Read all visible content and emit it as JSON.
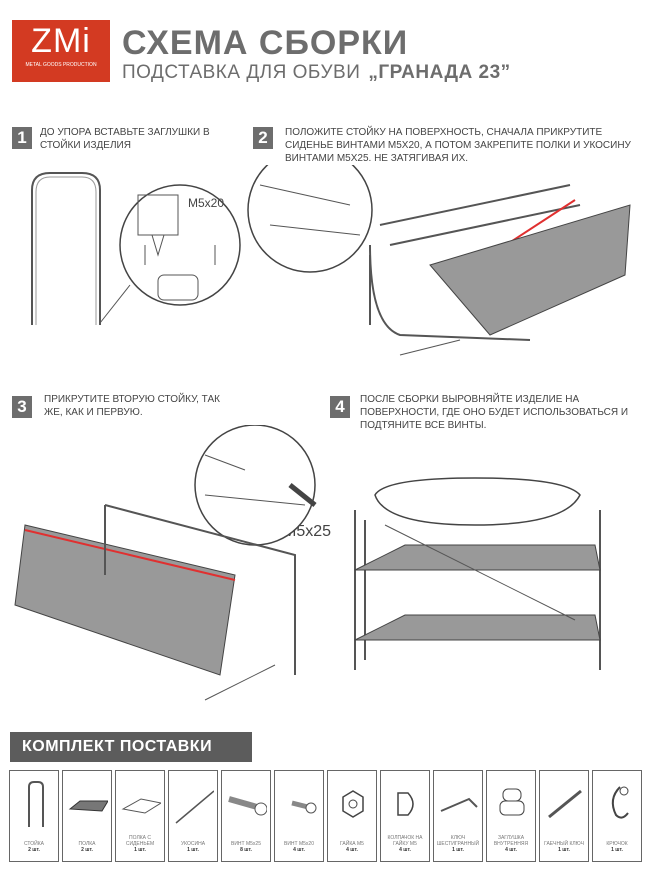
{
  "header": {
    "logo_text": "ZMi",
    "logo_sub": "METAL GOODS PRODUCTION",
    "title": "СХЕМА СБОРКИ",
    "subtitle": "ПОДСТАВКА ДЛЯ ОБУВИ",
    "model": "„ГРАНАДА 23”"
  },
  "steps": [
    {
      "number": "1",
      "text": "ДО УПОРА ВСТАВЬТЕ ЗАГЛУШКИ В СТОЙКИ ИЗДЕЛИЯ"
    },
    {
      "number": "2",
      "text": "ПОЛОЖИТЕ СТОЙКУ НА ПОВЕРХНОСТЬ, СНАЧАЛА ПРИКРУТИТЕ СИДЕНЬЕ ВИНТАМИ М5х20, А ПОТОМ ЗАКРЕПИТЕ ПОЛКИ И УКОСИНУ ВИНТАМИ  М5х25. НЕ ЗАТЯГИВАЯ ИХ.",
      "callout": "M5x20"
    },
    {
      "number": "3",
      "text": "ПРИКРУТИТЕ ВТОРУЮ СТОЙКУ, ТАК ЖЕ, КАК И ПЕРВУЮ.",
      "callout": "M5x25"
    },
    {
      "number": "4",
      "text": "ПОСЛЕ СБОРКИ ВЫРОВНЯЙТЕ ИЗДЕЛИЕ НА ПОВЕРХНОСТИ, ГДЕ ОНО БУДЕТ ИСПОЛЬЗОВАТЬСЯ И ПОДТЯНИТЕ ВСЕ ВИНТЫ."
    }
  ],
  "kit": {
    "title": "КОМПЛЕКТ ПОСТАВКИ",
    "items": [
      {
        "name": "СТОЙКА",
        "count": "2 шт.",
        "icon": "frame-icon"
      },
      {
        "name": "ПОЛКА",
        "count": "2 шт.",
        "icon": "shelf-icon"
      },
      {
        "name": "ПОЛКА С СИДЕНЬЕМ",
        "count": "1 шт.",
        "icon": "seat-icon"
      },
      {
        "name": "УКОСИНА",
        "count": "1 шт.",
        "icon": "brace-icon"
      },
      {
        "name": "ВИНТ М5х25",
        "count": "8 шт.",
        "icon": "screw-long-icon"
      },
      {
        "name": "ВИНТ М5х20",
        "count": "4 шт.",
        "icon": "screw-short-icon"
      },
      {
        "name": "ГАЙКА М5",
        "count": "4 шт.",
        "icon": "nut-icon"
      },
      {
        "name": "КОЛПАЧОК НА ГАЙКУ М5",
        "count": "4 шт.",
        "icon": "cap-icon"
      },
      {
        "name": "КЛЮЧ ШЕСТИГРАННЫЙ",
        "count": "1 шт.",
        "icon": "hex-key-icon"
      },
      {
        "name": "ЗАГЛУШКА ВНУТРЕННЯЯ",
        "count": "4 шт.",
        "icon": "plug-icon"
      },
      {
        "name": "ГАЕЧНЫЙ КЛЮЧ",
        "count": "1 шт.",
        "icon": "wrench-icon"
      },
      {
        "name": "КРЮЧОК",
        "count": "1 шт.",
        "icon": "hook-icon"
      }
    ]
  },
  "colors": {
    "accent": "#d33a22",
    "gray": "#6d6d6d",
    "highlight": "#e03030"
  }
}
